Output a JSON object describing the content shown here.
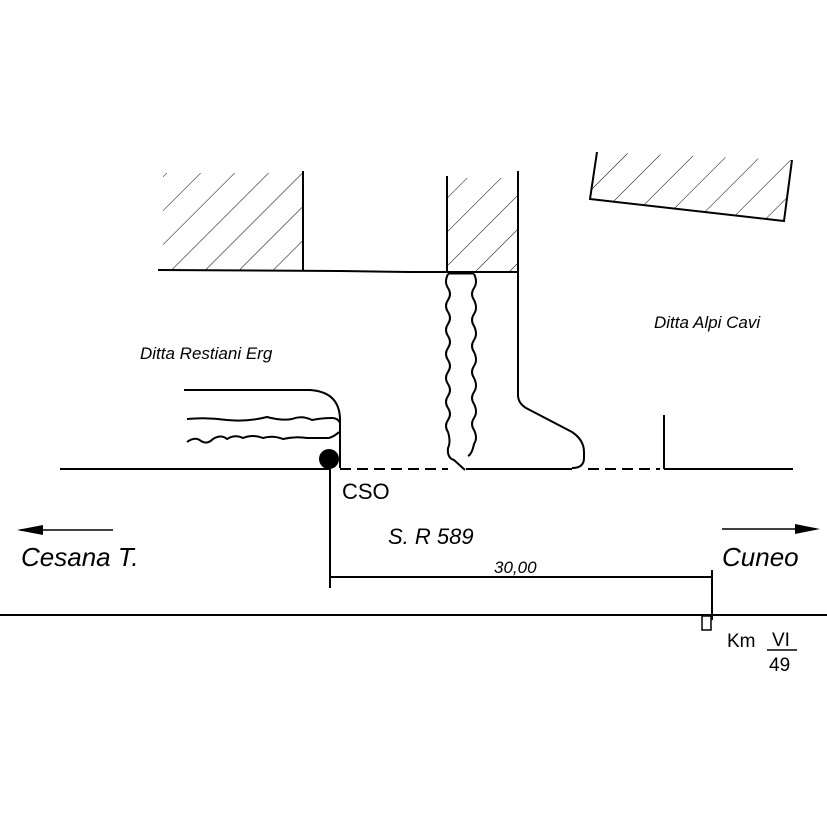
{
  "drawing": {
    "labels": {
      "left_company": "Ditta Restiani Erg",
      "right_company": "Ditta Alpi Cavi",
      "outfall": "CSO",
      "road": "S. R 589",
      "left_direction": "Cesana T.",
      "right_direction": "Cuneo",
      "distance": "30,00"
    },
    "kilometer_marker": {
      "prefix": "Km",
      "numerator": "VI",
      "denominator": "49"
    },
    "colors": {
      "ink": "#000000",
      "background": "#ffffff"
    }
  }
}
